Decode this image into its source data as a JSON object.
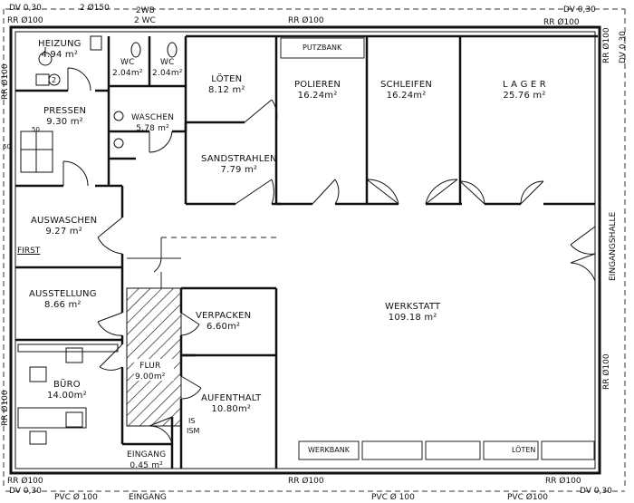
{
  "rooms": [
    {
      "id": "heizung",
      "name": "HEIZUNG",
      "area": "4.94 m²"
    },
    {
      "id": "wc1",
      "name": "WC",
      "area": "2.04m²"
    },
    {
      "id": "wc2",
      "name": "WC",
      "area": "2.04m²"
    },
    {
      "id": "pressen",
      "name": "PRESSEN",
      "area": "9.30 m²"
    },
    {
      "id": "waschen",
      "name": "WASCHEN",
      "area": "5.78 m²"
    },
    {
      "id": "loeten",
      "name": "LÖTEN",
      "area": "8.12 m²"
    },
    {
      "id": "polieren",
      "name": "POLIEREN",
      "area": "16.24m²"
    },
    {
      "id": "schleifen",
      "name": "SCHLEIFEN",
      "area": "16.24m²"
    },
    {
      "id": "lager",
      "name": "L A G E R",
      "area": "25.76 m²"
    },
    {
      "id": "sandstrahlen",
      "name": "SANDSTRAHLEN",
      "area": "7.79 m²"
    },
    {
      "id": "auswaschen",
      "name": "AUSWASCHEN",
      "area": "9.27 m²"
    },
    {
      "id": "ausstellung",
      "name": "AUSSTELLUNG",
      "area": "8.66 m²"
    },
    {
      "id": "verpacken",
      "name": "VERPACKEN",
      "area": "6.60m²"
    },
    {
      "id": "werkstatt",
      "name": "WERKSTATT",
      "area": "109.18  m²"
    },
    {
      "id": "flur",
      "name": "FLUR",
      "area": "9.00m²"
    },
    {
      "id": "buero",
      "name": "BÜRO",
      "area": "14.00m²"
    },
    {
      "id": "aufenthalt",
      "name": "AUFENTHALT",
      "area": "10.80m²"
    },
    {
      "id": "eingang",
      "name": "EINGANG",
      "area": "0.45 m²"
    }
  ],
  "fixtures": {
    "putzbank": "PUTZBANK",
    "werkbank": "WERKBANK",
    "loeten_bench": "LÖTEN",
    "first": "FIRST",
    "heizung_unit": "2",
    "pressen_dim": "50",
    "pressen_dim2": "50",
    "is": "IS",
    "sm": "ISM"
  },
  "annotations": {
    "top_left_dv": "DV 0,30",
    "top_left_rr": "RR Ø100",
    "top_2": "2 Ø150",
    "top_2wb": "2WB",
    "top_2wc": "2 WC",
    "top_rr_mid": "RR Ø100",
    "top_right_dv": "DV 0,30",
    "top_right_rr": "RR Ø100",
    "right_dv": "DV 0,30",
    "right_eingangshalle": "EINGANGSHALLE",
    "right_rr_top": "RR Ø100",
    "right_rr_bottom": "RR Ø100",
    "left_rr_top": "RR Ø100",
    "left_rr_bottom": "RR Ø100",
    "bottom_left_rr": "RR Ø100",
    "bottom_left_dv": "DV 0,30",
    "bottom_left_pvc": "PVC Ø 100",
    "bottom_eingang": "EINGANG",
    "bottom_rr_mid": "RR Ø100",
    "bottom_pvc_mid": "PVC Ø 100",
    "bottom_right_rr": "RR Ø100",
    "bottom_right_pvc": "PVC Ø100",
    "bottom_right_dv": "DV 0,30"
  }
}
